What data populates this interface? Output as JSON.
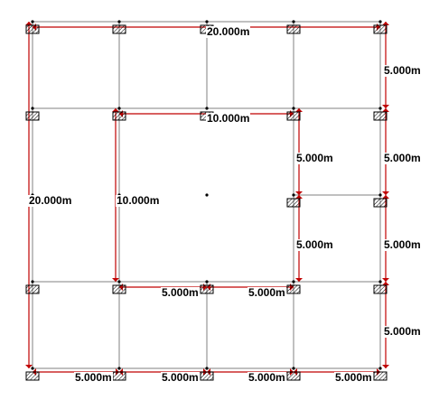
{
  "drawing": {
    "labels": {
      "top_width": "20.000m",
      "inner_width": "10.000m",
      "left_height": "20.000m",
      "inner_height": "10.000m",
      "right_seg_1": "5.000m",
      "right_seg_2": "5.000m",
      "right_seg_3": "5.000m",
      "right_seg_4": "5.000m",
      "inner_right_seg_1": "5.000m",
      "inner_right_seg_2": "5.000m",
      "mid_seg_1": "5.000m",
      "mid_seg_2": "5.000m",
      "bottom_seg_1": "5.000m",
      "bottom_seg_2": "5.000m",
      "bottom_seg_3": "5.000m",
      "bottom_seg_4": "5.000m"
    },
    "colors": {
      "grid_line": "#808080",
      "dimension_line": "#c00000",
      "support_fill": "#ffffff",
      "support_stroke": "#000000"
    }
  }
}
